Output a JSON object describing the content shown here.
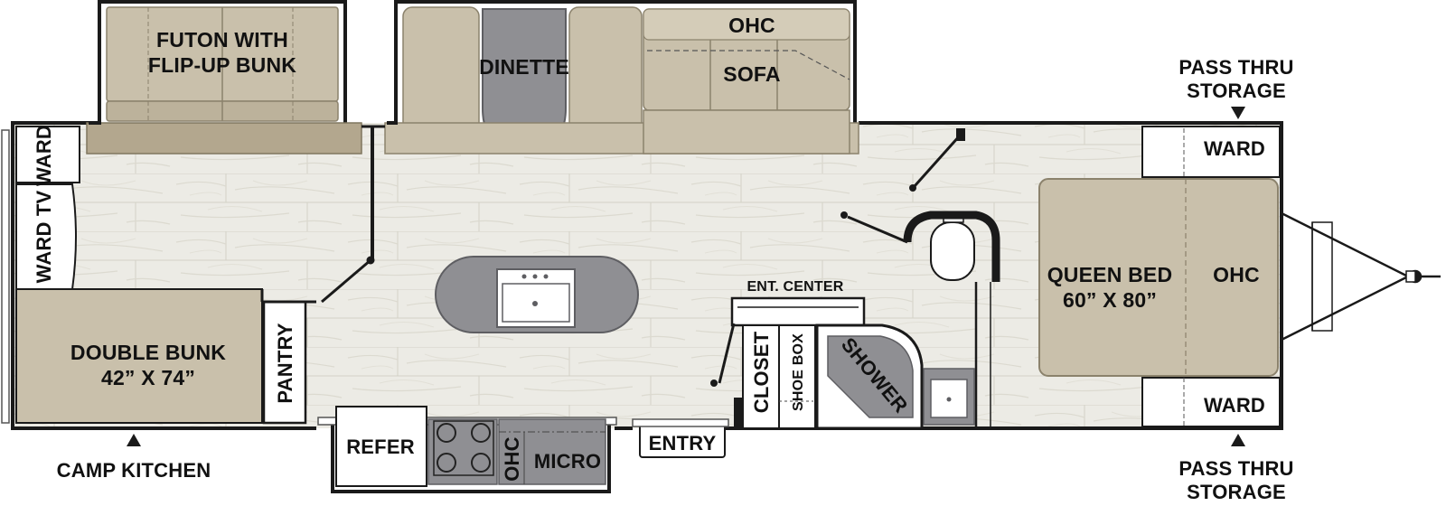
{
  "labels": {
    "futon_line1": "FUTON WITH",
    "futon_line2": "FLIP-UP BUNK",
    "dinette": "DINETTE",
    "ohc_top": "OHC",
    "sofa": "SOFA",
    "pass_thru_top_line1": "PASS THRU",
    "pass_thru_top_line2": "STORAGE",
    "ward_top_right": "WARD",
    "ward_left_top": "WARD",
    "ward_tv": "WARD TV",
    "queen_bed_line1": "QUEEN BED",
    "queen_bed_line2": "60” X 80”",
    "ohc_front": "OHC",
    "ent_center": "ENT. CENTER",
    "closet": "CLOSET",
    "shoe_box": "SHOE BOX",
    "shower": "SHOWER",
    "double_bunk_line1": "DOUBLE BUNK",
    "double_bunk_line2": "42” X 74”",
    "pantry": "PANTRY",
    "ward_bottom_right": "WARD",
    "refer": "REFER",
    "ohc_kitchen": "OHC",
    "micro": "MICRO",
    "entry": "ENTRY",
    "camp_kitchen": "CAMP KITCHEN",
    "pass_thru_bottom_line1": "PASS THRU",
    "pass_thru_bottom_line2": "STORAGE"
  },
  "colors": {
    "floor": "#ecebe5",
    "floor_stripe": "#d9d7cd",
    "tan": "#c9c0ab",
    "tan_dark": "#b3a78e",
    "gray": "#8f8f93",
    "gray_dark": "#6d6d72",
    "wall": "#1a1a1a",
    "white": "#ffffff"
  }
}
